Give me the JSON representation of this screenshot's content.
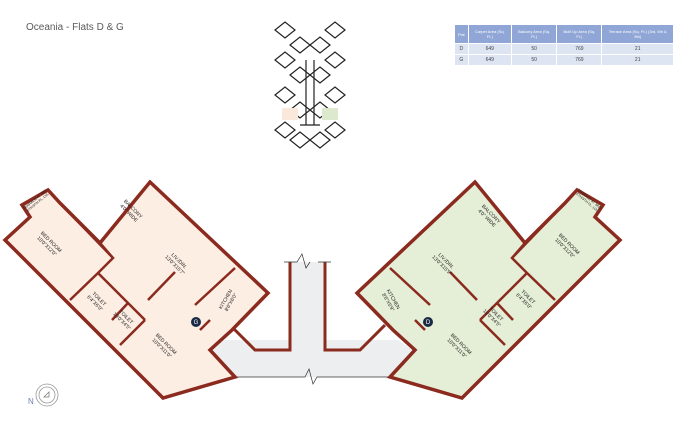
{
  "title": "Oceania - Flats D & G",
  "area_table": {
    "headers": [
      "Flat",
      "Carpet Area (Sq. Ft.)",
      "Balcony Area (Sq. Ft.)",
      "Built Up Area (Sq. Ft.)",
      "Terrace Area (Sq. Ft.) (3rd, 6th & 9th)"
    ],
    "rows": [
      [
        "D",
        "649",
        "50",
        "769",
        "21"
      ],
      [
        "G",
        "649",
        "50",
        "769",
        "21"
      ]
    ]
  },
  "colors": {
    "wall": "#8b2a1e",
    "flat_left": "#fdeee4",
    "flat_right": "#e5eed6",
    "corridor": "#eceef0",
    "table_header": "#8fa6d6"
  },
  "left_flat": {
    "marker": "G",
    "rooms": [
      {
        "name": "BED ROOM",
        "size": "10'0\"X12'0\""
      },
      {
        "name": "BALCONY",
        "size": "4'0\" WIDE"
      },
      {
        "name": "LIV./DIN.",
        "size": "13'0\"X15'7\""
      },
      {
        "name": "TOILET",
        "size": "6'4\"X6'0\""
      },
      {
        "name": "TOILET",
        "size": "10'0\"X4'5\""
      },
      {
        "name": "KITCHEN",
        "size": "8'6\"X6'0\""
      },
      {
        "name": "BED ROOM",
        "size": "10'0\"X11'0\""
      },
      {
        "name": "TERRACE AT 3RD,",
        "size": "6TH/9TH FL. LVL"
      }
    ]
  },
  "right_flat": {
    "marker": "D",
    "rooms": [
      {
        "name": "LIV./DIN.",
        "size": "13'0\"X15'9\""
      },
      {
        "name": "BALCONY",
        "size": "4'0\" WIDE"
      },
      {
        "name": "BED ROOM",
        "size": "10'0\"X12'0\""
      },
      {
        "name": "TOILET",
        "size": "6'4\"X6'0\""
      },
      {
        "name": "TOILET",
        "size": "10'0\"X4'5\""
      },
      {
        "name": "KITCHEN",
        "size": "8'6\"X5'9\""
      },
      {
        "name": "BED ROOM",
        "size": "10'0\"X11'0\""
      },
      {
        "name": "TERRACE AT 3RD,",
        "size": "6TH/9TH FL. LVL"
      }
    ]
  },
  "compass": {
    "label": "N",
    "icon": "north-arrow-icon"
  },
  "key_plan": {
    "icon": "building-key-plan"
  }
}
